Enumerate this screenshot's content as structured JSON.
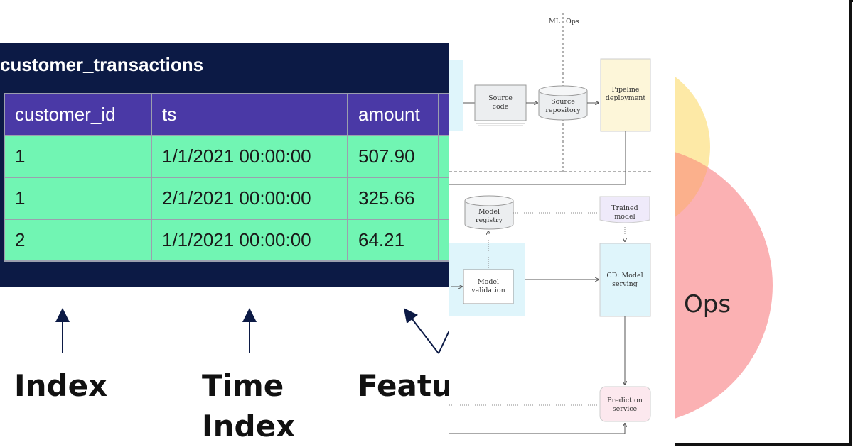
{
  "table": {
    "title": "customer_transactions",
    "headers": [
      "customer_id",
      "ts",
      "amount",
      ""
    ],
    "rows": [
      [
        "1",
        "1/1/2021 00:00:00",
        "507.90",
        ""
      ],
      [
        "1",
        "2/1/2021 00:00:00",
        "325.66",
        ""
      ],
      [
        "2",
        "1/1/2021 00:00:00",
        "64.21",
        ""
      ]
    ]
  },
  "labels": {
    "index": "Index",
    "time_index_line1": "Time",
    "time_index_line2": "Index",
    "features": "Featu"
  },
  "diagram": {
    "ml_label": "ML",
    "ops_label": "Ops",
    "source_code_1": "Source",
    "source_code_2": "code",
    "source_repo_1": "Source",
    "source_repo_2": "repository",
    "pipeline_1": "Pipeline",
    "pipeline_2": "deployment",
    "model_registry_1": "Model",
    "model_registry_2": "registry",
    "trained_model_1": "Trained",
    "trained_model_2": "model",
    "model_validation_1": "Model",
    "model_validation_2": "validation",
    "cd_serving_1": "CD: Model",
    "cd_serving_2": "serving",
    "prediction_1": "Prediction",
    "prediction_2": "service"
  },
  "venn": {
    "ops_label": "Ops",
    "colors": {
      "yellow": "#fde9a6",
      "red": "#fbb1b3",
      "overlap": "#fbb08c"
    }
  },
  "colors": {
    "table_bg": "#0c1a45",
    "header_bg": "#4a39a6",
    "row_bg": "#71f5b3"
  }
}
